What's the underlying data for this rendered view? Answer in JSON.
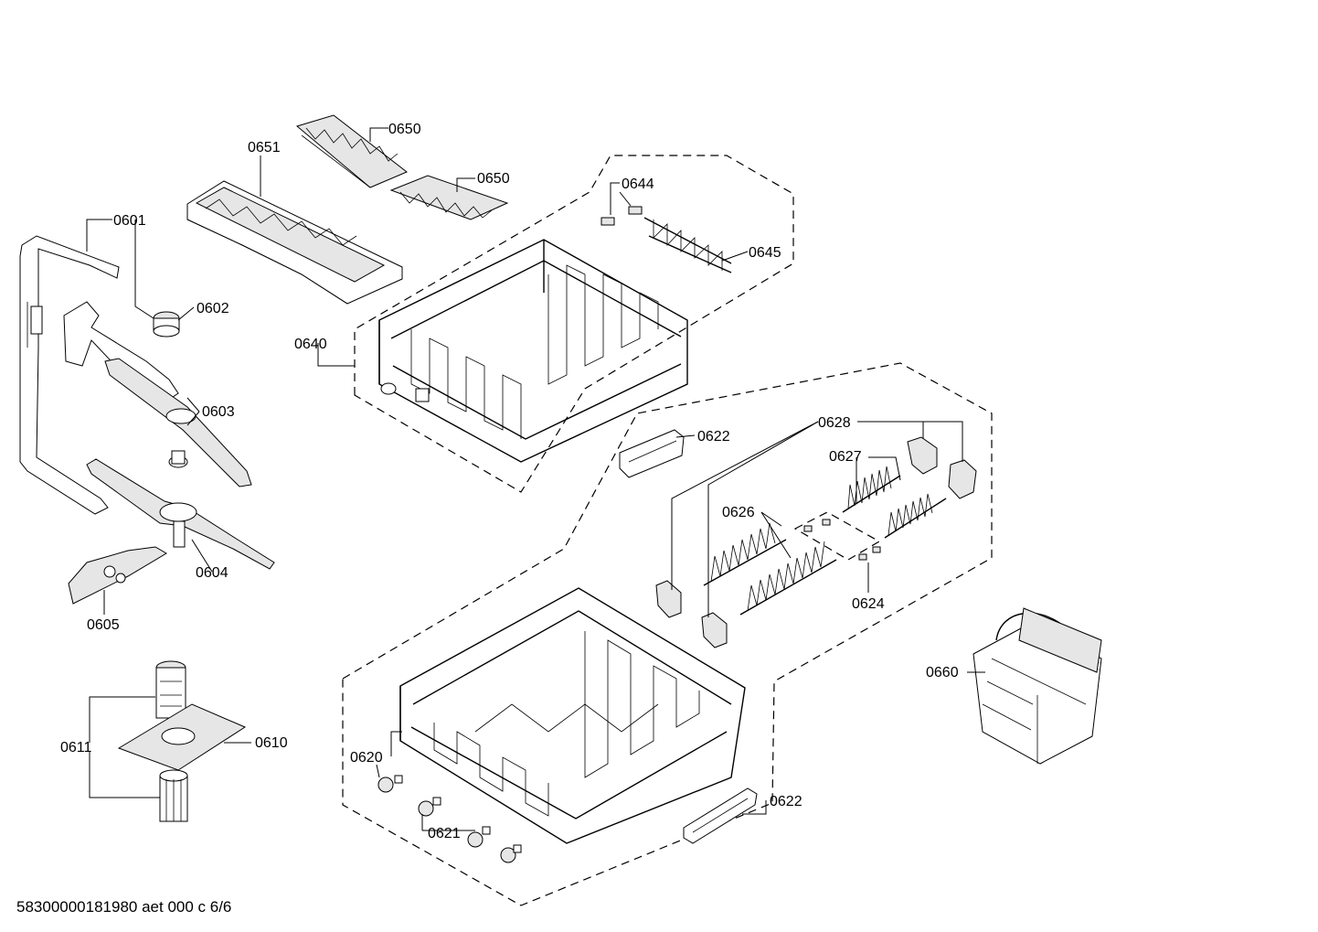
{
  "labels": {
    "p0650_top": "0650",
    "p0650_mid": "0650",
    "p0651": "0651",
    "p0601": "0601",
    "p0602": "0602",
    "p0603": "0603",
    "p0604": "0604",
    "p0605": "0605",
    "p0640": "0640",
    "p0644": "0644",
    "p0645": "0645",
    "p0622_top": "0622",
    "p0628": "0628",
    "p0627": "0627",
    "p0626": "0626",
    "p0624": "0624",
    "p0660": "0660",
    "p0611": "0611",
    "p0610": "0610",
    "p0620": "0620",
    "p0621": "0621",
    "p0622_bottom": "0622"
  },
  "footer": {
    "doc_id": "58300000181980 aet 000 c 6/6"
  }
}
